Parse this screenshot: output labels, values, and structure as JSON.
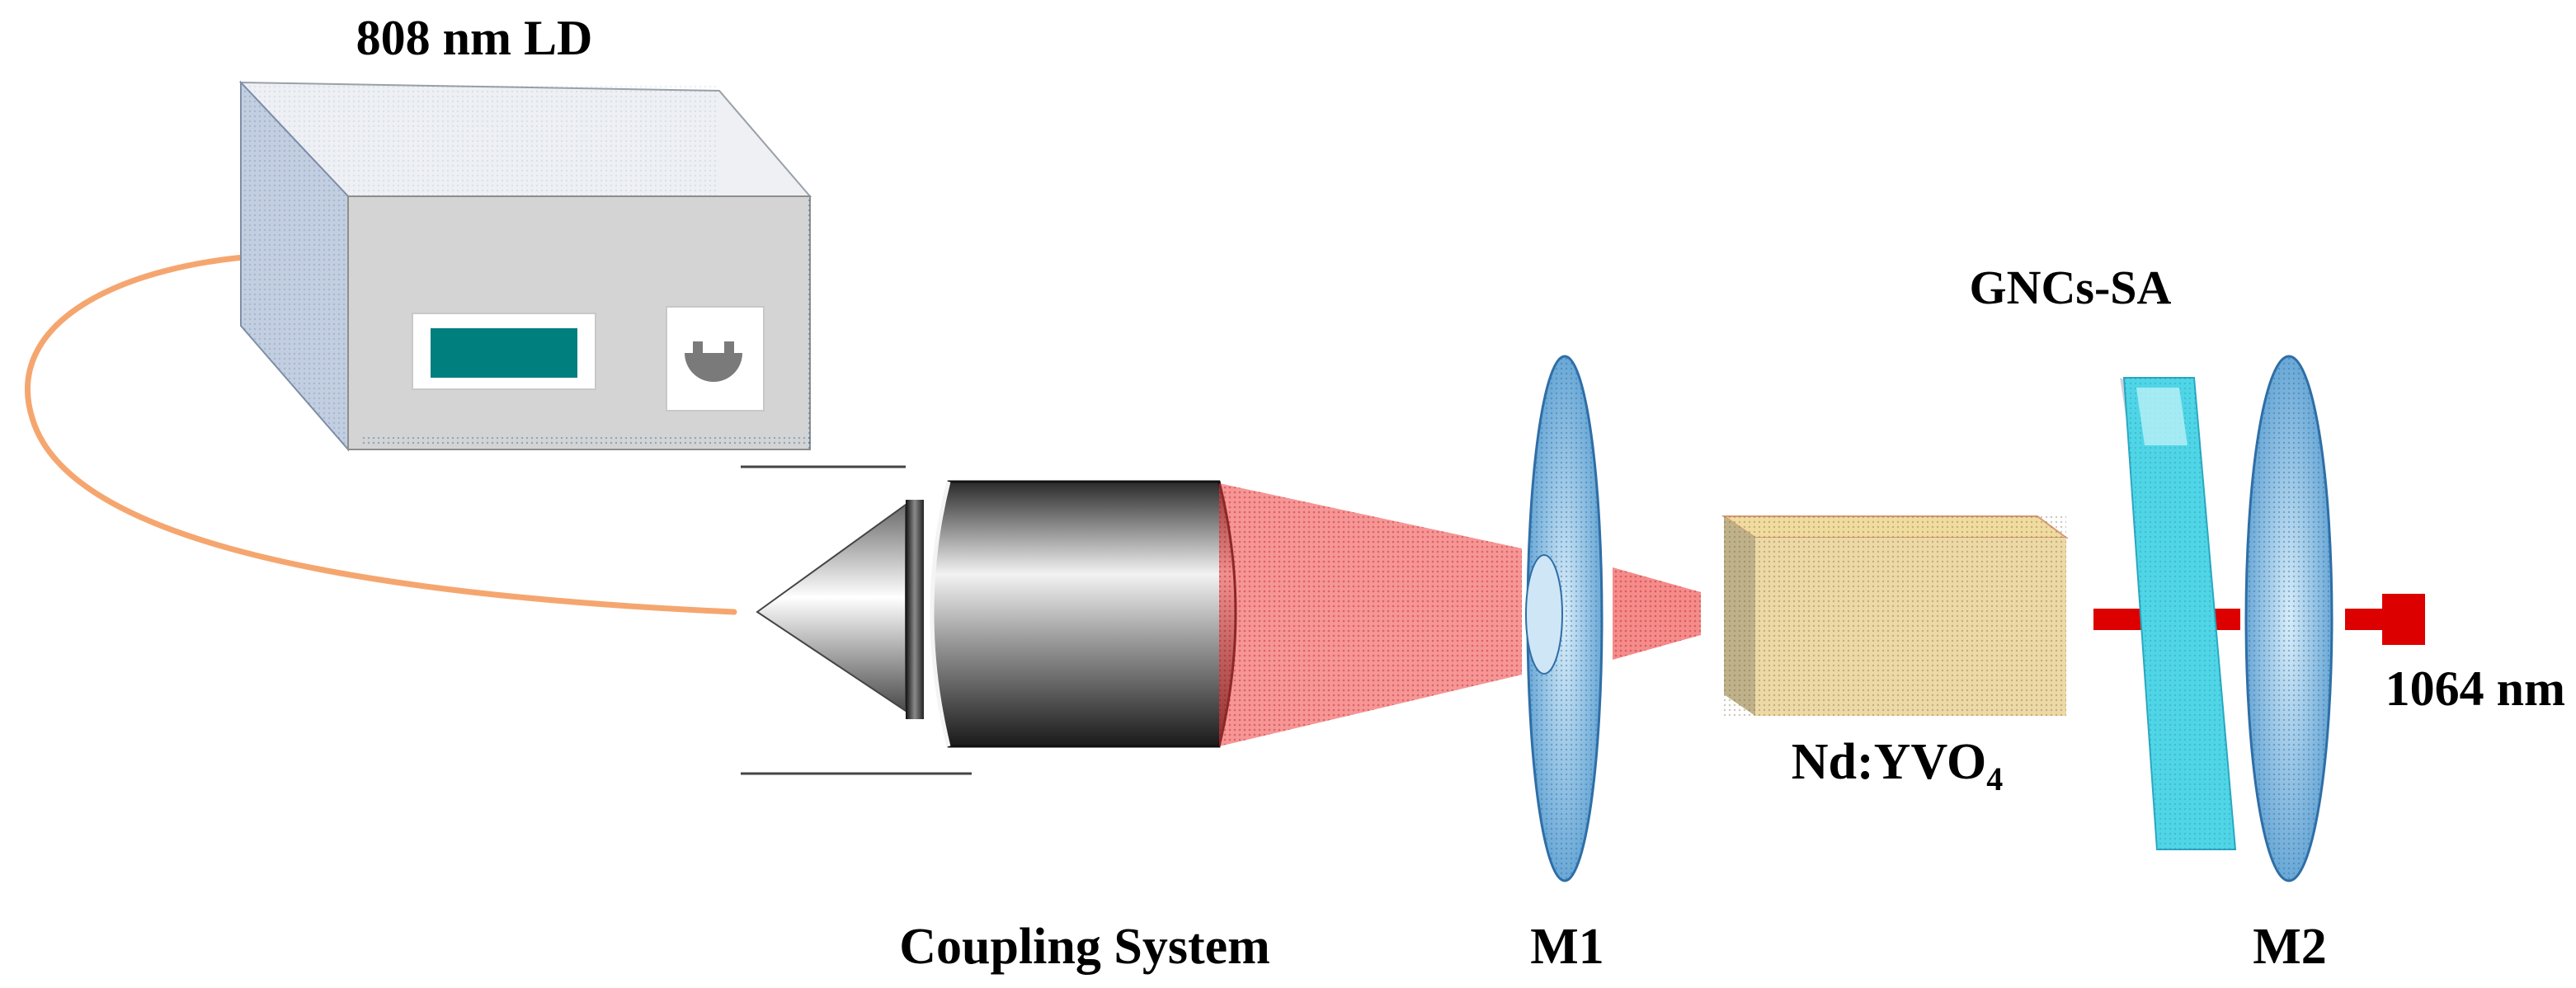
{
  "labels": {
    "laser_diode": "808 nm LD",
    "gncs_sa": "GNCs-SA",
    "crystal_main": "Nd:YVO",
    "crystal_sub": "4",
    "output": "1064 nm",
    "coupling": "Coupling System",
    "m1": "M1",
    "m2": "M2"
  },
  "colors": {
    "fiber": "#f5a66f",
    "pump_beam": "#ee4040",
    "output_beam": "#dd0000",
    "mirror": "#8ec2e6",
    "sa_plate": "#4fd6e6",
    "crystal": "#ecd9a6",
    "display": "#007f7f",
    "ld_front": "#d4d4d4"
  }
}
